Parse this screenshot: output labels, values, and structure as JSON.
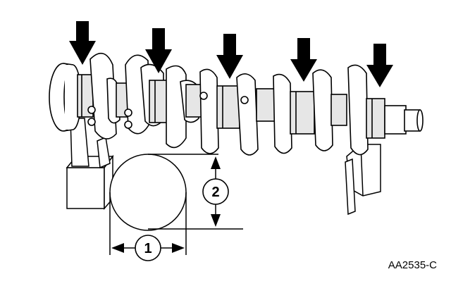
{
  "callouts": [
    {
      "id": "1"
    },
    {
      "id": "2"
    }
  ],
  "reference_code": "AA2535-C",
  "colors": {
    "ink": "#000000",
    "paper": "#ffffff",
    "shade": "#d9d9d9"
  },
  "icons": [
    "down-arrow-icon",
    "double-headed-arrow-icon"
  ]
}
